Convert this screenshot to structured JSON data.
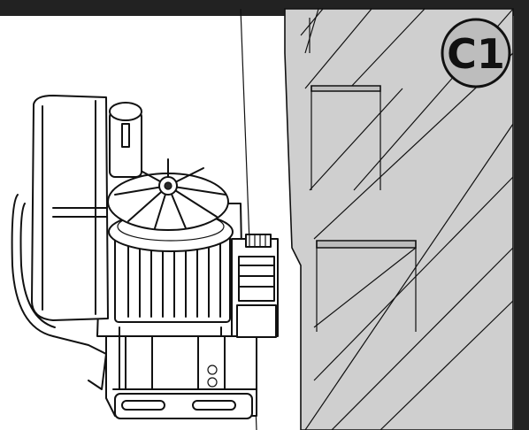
{
  "figure": {
    "badge_label": "C1"
  },
  "colors": {
    "frame": "#222222",
    "wall": "#cfcfcf",
    "wall_shadow": "#bdbdbd",
    "line": "#111111",
    "background": "#ffffff"
  },
  "icons": {
    "badge": "circle-badge",
    "motor": "gear-motor-drawing"
  }
}
